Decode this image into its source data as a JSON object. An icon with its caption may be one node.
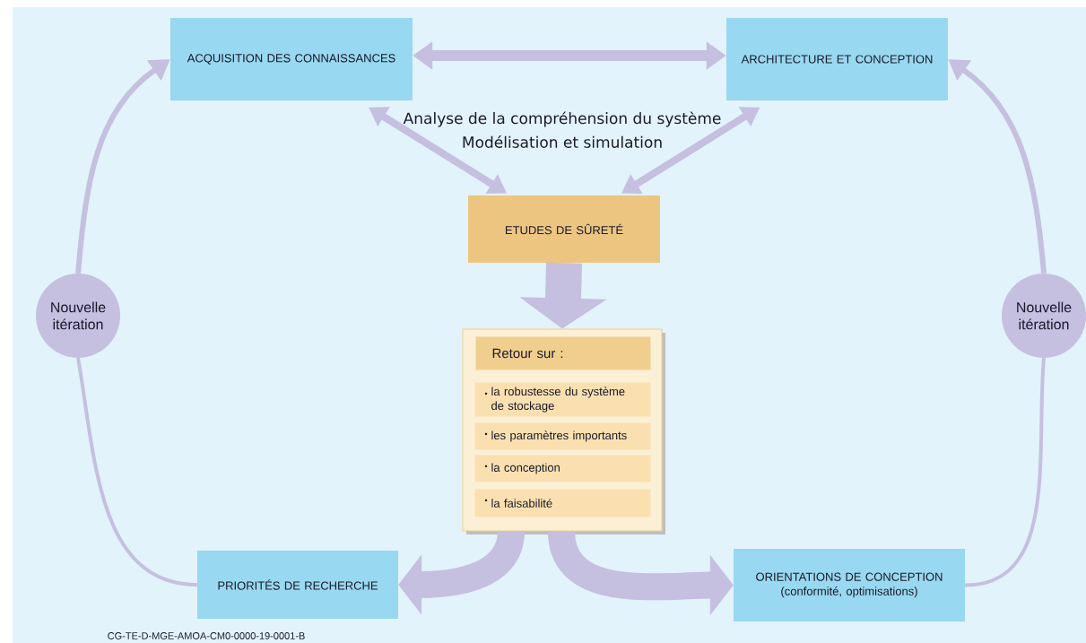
{
  "diagram": {
    "nodes": [
      {
        "text": [
          "ACQUISITION DES CONNAISSANCES"
        ]
      },
      {
        "text": [
          "ARCHITECTURE ET CONCEPTION"
        ]
      },
      {
        "text": [
          "ETUDES DE SÛRETÉ"
        ]
      },
      {
        "text": [],
        "shape": "box"
      },
      {
        "text": [
          "Retour sur :"
        ],
        "in": 3
      },
      {
        "text": [
          "la robustesse du système de stockage"
        ],
        "in": 3
      },
      {
        "text": [
          "les paramètres importants"
        ],
        "in": 3
      },
      {
        "text": [
          "la conception"
        ],
        "in": 3
      },
      {
        "text": [
          "la faisabilité"
        ],
        "in": 3
      },
      {
        "text": [
          "PRIORITÉS DE RECHERCHE"
        ]
      },
      {
        "text": [
          "ORIENTATIONS DE CONCEPTION",
          "(conformité, optimisations)"
        ]
      },
      {
        "text": [
          "Nouvelle itération"
        ]
      },
      {
        "text": [
          "Nouvelle itération"
        ]
      }
    ],
    "edges": [
      {
        "from": 0,
        "to": 1,
        "arrow": "both"
      },
      {
        "from": 0,
        "to": 2,
        "arrow": "both"
      },
      {
        "from": 1,
        "to": 2,
        "arrow": "both"
      },
      {
        "from": 2,
        "to": 3,
        "arrow": "to",
        "style": "thick"
      },
      {
        "from": 3,
        "to": 9,
        "arrow": "to",
        "style": "thick"
      },
      {
        "from": 3,
        "to": 10,
        "arrow": "to",
        "style": "thick"
      },
      {
        "from": 9,
        "to": 11,
        "arrow": "none"
      },
      {
        "from": 11,
        "to": 0,
        "arrow": "to"
      },
      {
        "from": 10,
        "to": 12,
        "arrow": "none"
      },
      {
        "from": 12,
        "to": 1,
        "arrow": "to"
      }
    ],
    "labels": [
      "Analyse de la compréhension du système",
      "Modélisation et simulation",
      "CG-TE-D-MGE-AMOA-CM0-0000-19-0001-B"
    ]
  }
}
